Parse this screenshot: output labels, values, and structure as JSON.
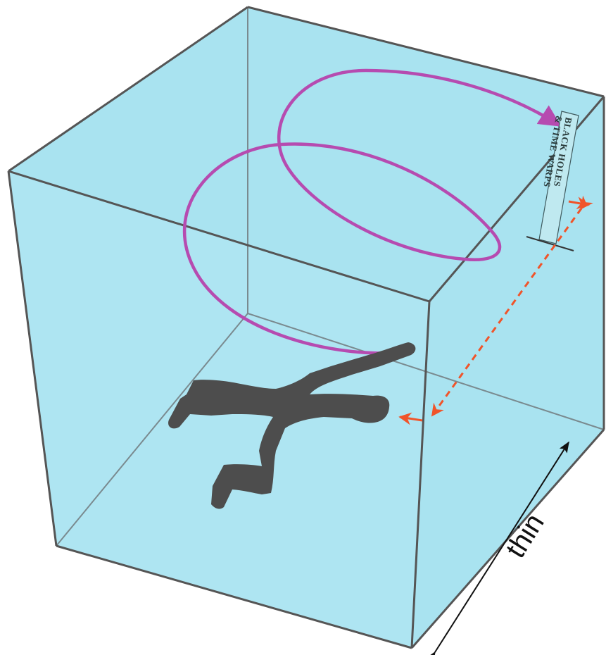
{
  "diagram": {
    "dimension_label": "thin",
    "book": {
      "title_line1": "BLACK HOLES",
      "title_line2": "& TIME WARPS"
    },
    "colors": {
      "bulk": "#a9e3f0",
      "edges": "#555555",
      "loop_path": "#b64bb0",
      "distance_arrows": "#f0542a",
      "figure": "#4d4d4d"
    }
  }
}
